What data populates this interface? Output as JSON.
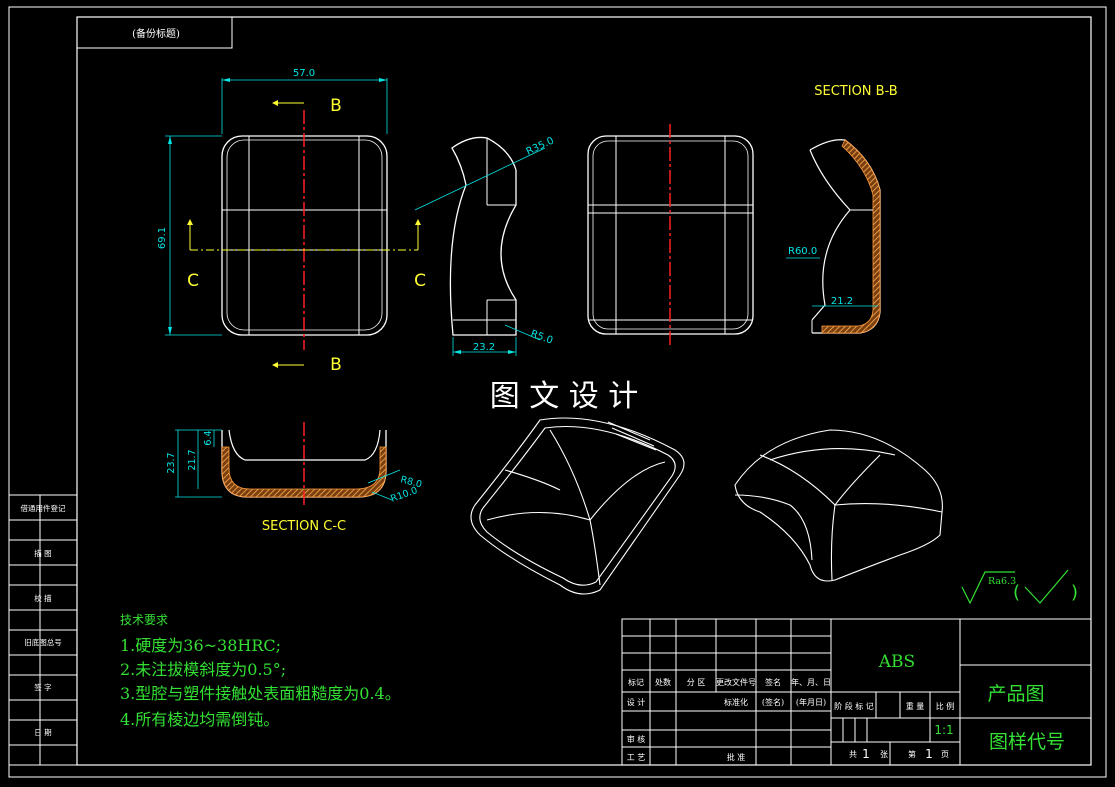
{
  "colors": {
    "background": "#000000",
    "outline": "#ffffff",
    "dimension": "#00e5e5",
    "label_yellow": "#ffff33",
    "centerline": "#ff2020",
    "section_hatch": "#ff9a3c",
    "title_green": "#33e033"
  },
  "top_left_tag": "(备份标题)",
  "watermark": "图 文 设 计",
  "views": {
    "front": {
      "dim_width": "57.0",
      "dim_height": "69.1",
      "section_b_top": "B",
      "section_b_bottom": "B",
      "section_c_left": "C",
      "section_c_right": "C"
    },
    "side": {
      "dim_radius_large": "R35.0",
      "dim_radius_small": "R5.0",
      "dim_bottom": "23.2"
    },
    "section_bb": {
      "title": "SECTION B-B",
      "dim_radius": "R60.0",
      "dim_bottom": "21.2"
    },
    "section_cc": {
      "title": "SECTION C-C",
      "dim_height_outer": "23.7",
      "dim_height_inner": "21.7",
      "dim_wall": "6.4",
      "dim_radius_inner": "R8.0",
      "dim_radius_outer": "R10.0"
    }
  },
  "roughness": {
    "value": "Ra6.3",
    "open_paren": "(",
    "close_paren": ")"
  },
  "tech_requirements": {
    "title": "技术要求",
    "items": [
      "1.硬度为36~38HRC;",
      "2.未注拔模斜度为0.5°;",
      "3.型腔与塑件接触处表面粗糙度为0.4。",
      "4.所有棱边均需倒钝。"
    ]
  },
  "left_strip": [
    "借通用件登记",
    "描 图",
    "校 描",
    "旧底图总号",
    "签 字",
    "日 期"
  ],
  "title_block": {
    "material": "ABS",
    "product_name": "产品图",
    "drawing_code": "图样代号",
    "header_row": [
      "标记",
      "处数",
      "分 区",
      "更改文件号",
      "签名",
      "年、月、日"
    ],
    "design_row": [
      "设 计",
      "",
      "",
      "标准化",
      "(签名)",
      "(年月日)"
    ],
    "review": "审 核",
    "process": "工 艺",
    "approve": "批 准",
    "stage_labels": [
      "阶 段 标 记",
      "重 量",
      "比 例"
    ],
    "scale": "1:1",
    "sheets_total_label": "共",
    "sheets_total": "1",
    "sheets_unit1": "张",
    "sheet_no_label": "第",
    "sheet_no": "1",
    "sheets_unit2": "页"
  }
}
